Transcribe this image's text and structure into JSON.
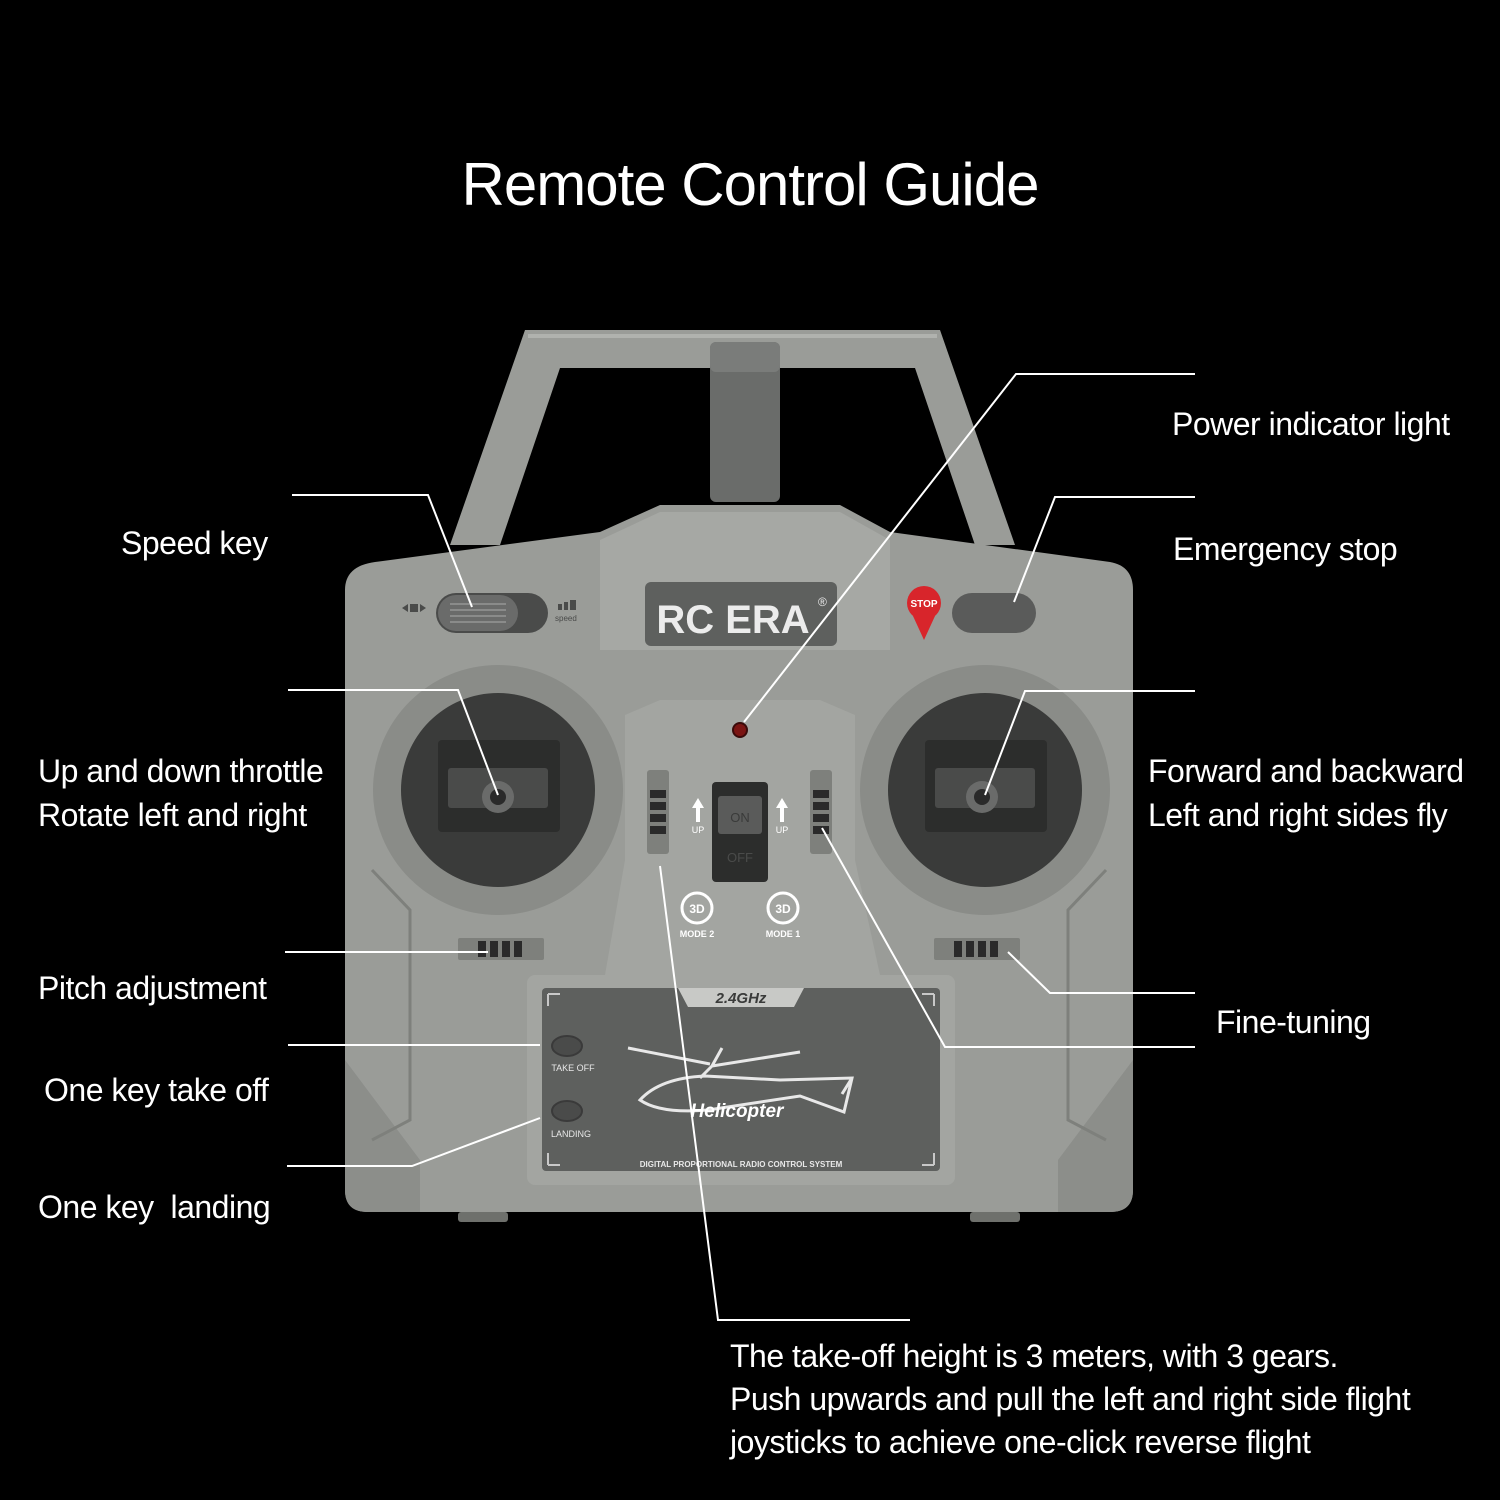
{
  "title": "Remote Control Guide",
  "labels": {
    "speed_key": "Speed key",
    "throttle_line1": "Up and down throttle",
    "throttle_line2": "Rotate left and right",
    "pitch": "Pitch adjustment",
    "take_off": "One key take off",
    "landing": "One key  landing",
    "power_light": "Power indicator light",
    "emergency_stop": "Emergency stop",
    "forward_line1": "Forward and backward",
    "forward_line2": "Left and right sides fly",
    "fine_tuning": "Fine-tuning",
    "bottom_line1": "The take-off height is 3 meters, with 3 gears.",
    "bottom_line2": "Push upwards and pull the left and right side flight",
    "bottom_line3": "joysticks to achieve one-click reverse flight"
  },
  "device": {
    "brand": "RC ERA",
    "brand_mark": "®",
    "stop_badge": "STOP",
    "speed_side": "speed",
    "switch_on": "ON",
    "switch_off": "OFF",
    "up_left": "UP",
    "up_right": "UP",
    "mode2_badge": "3D",
    "mode2": "MODE 2",
    "mode1_badge": "3D",
    "mode1": "MODE 1",
    "band": "2.4GHz",
    "take_off_btn": "TAKE OFF",
    "landing_btn": "LANDING",
    "product": "Helicopter",
    "system": "DIGITAL PROPORTIONAL RADIO CONTROL SYSTEM"
  },
  "colors": {
    "background": "#000000",
    "body": "#9a9c98",
    "body_light": "#a9aba7",
    "dark_panel": "#5e605e",
    "stick_well": "#3a3b3a",
    "stop_red": "#d8252b",
    "callout_line": "#ffffff"
  }
}
